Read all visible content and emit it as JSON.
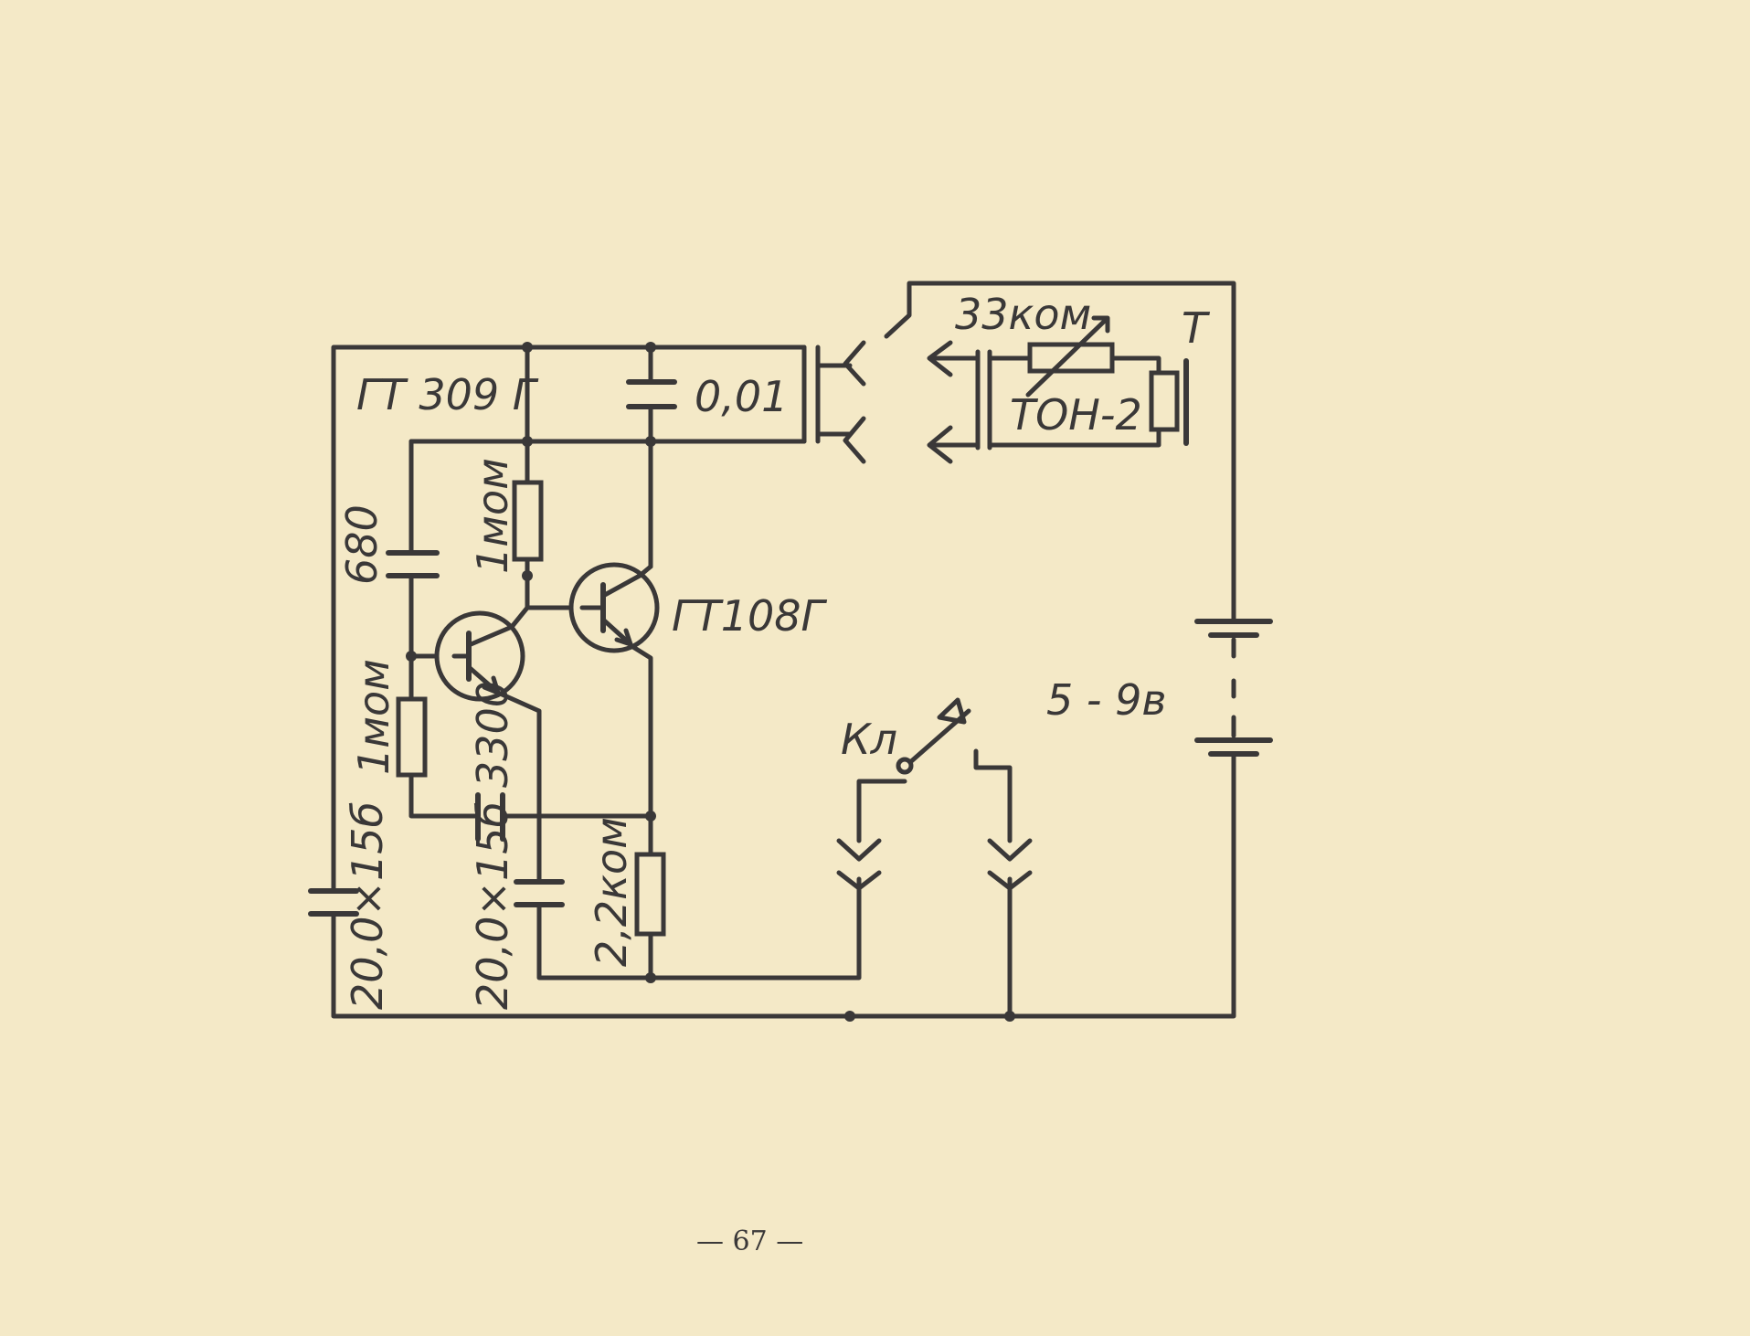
{
  "diagram": {
    "background": "#f4e9c7",
    "ink": "#3a3838",
    "labels": {
      "q1_type": "ГТ 309 Г",
      "q2_type": "ГТ108Г",
      "c_out": "0,01",
      "c_fb": "680",
      "r_bias2": "1мом",
      "r_bias1": "1мом",
      "c_3300": "3300",
      "c_filter1": "20,0×15б",
      "c_filter2": "20,0×15б",
      "r_load": "2,2ком",
      "r_var": "33ком",
      "phones_type": "ТОН-2",
      "phones_ref": "Т",
      "key": "Кл",
      "battery": "5 - 9в"
    }
  },
  "page_number": "— 67 —"
}
